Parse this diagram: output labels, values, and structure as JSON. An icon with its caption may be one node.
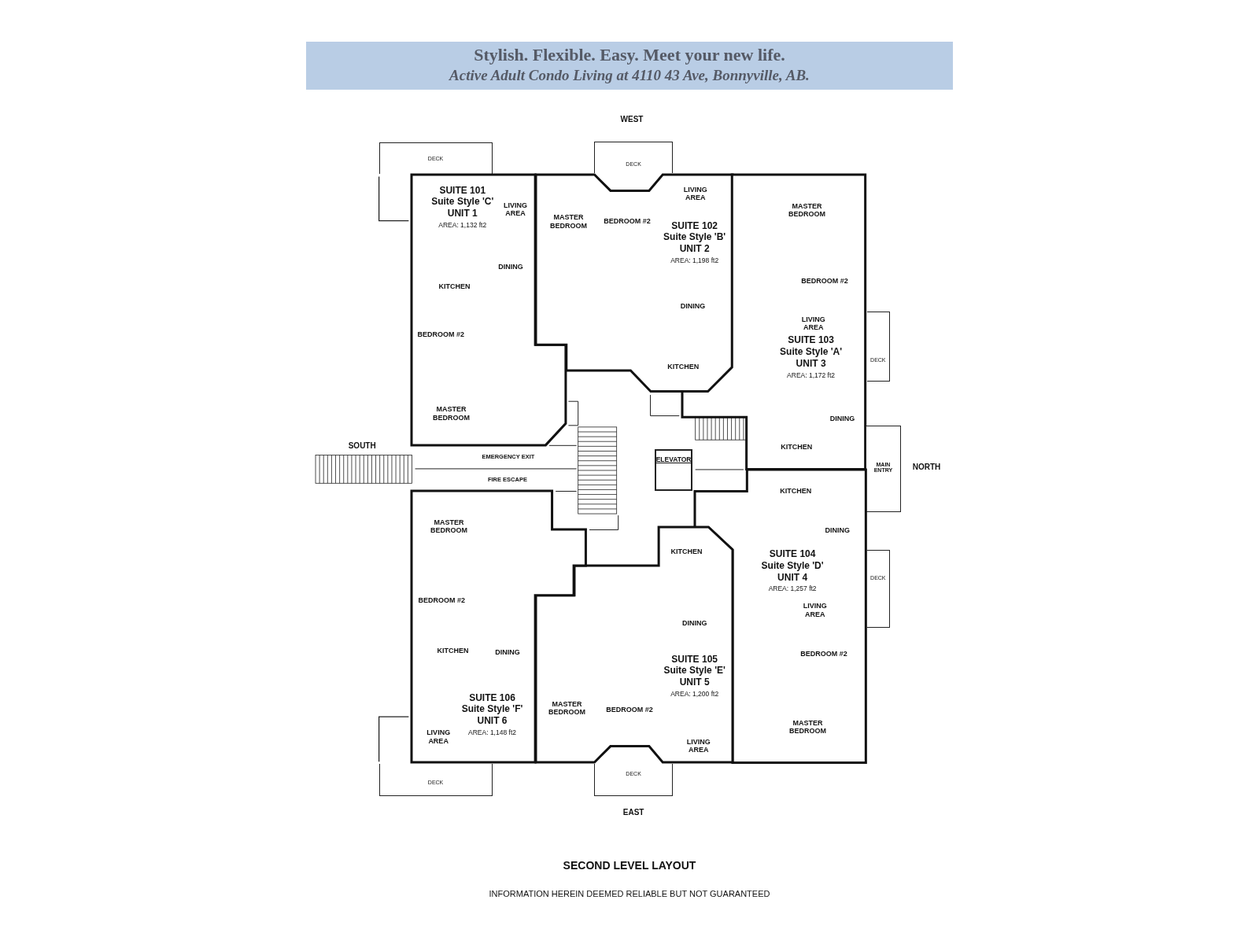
{
  "diagram": {
    "caption": "SECOND LEVEL LAYOUT",
    "nodes": [
      {
        "text": [
          "Stylish. Flexible. Easy. Meet your new life.",
          "Active Adult Condo Living at 4110 43 Ave, Bonnyville, AB."
        ]
      },
      {
        "text": [
          "DECK"
        ]
      },
      {
        "text": [
          "DECK"
        ]
      },
      {
        "text": [
          "DECK"
        ]
      },
      {
        "text": [
          "DECK"
        ]
      },
      {
        "text": [
          "DECK"
        ]
      },
      {
        "text": [
          "DECK"
        ]
      },
      {
        "text": [
          "SUITE 101",
          "Suite Style 'C'",
          "UNIT 1",
          "AREA: 1,132 ft2"
        ]
      },
      {
        "text": [
          "SUITE 102",
          "Suite Style 'B'",
          "UNIT 2",
          "AREA: 1,198 ft2"
        ]
      },
      {
        "text": [
          "SUITE 103",
          "Suite Style 'A'",
          "UNIT 3",
          "AREA: 1,172 ft2"
        ]
      },
      {
        "text": [
          "MAIN ENTRY"
        ]
      },
      {
        "text": [
          "ELEVATOR"
        ]
      },
      {
        "text": [
          "SUITE 104",
          "Suite Style 'D'",
          "UNIT 4",
          "AREA: 1,257 ft2"
        ]
      },
      {
        "text": [
          "SUITE 105",
          "Suite Style 'E'",
          "UNIT 5",
          "AREA: 1,200 ft2"
        ]
      },
      {
        "text": [
          "SUITE 106",
          "Suite Style 'F'",
          "UNIT 6",
          "AREA: 1,148 ft2"
        ]
      }
    ],
    "edges": [],
    "labels": [
      "WEST",
      "LIVING AREA",
      "DINING",
      "KITCHEN",
      "BEDROOM #2",
      "MASTER BEDROOM",
      "MASTER BEDROOM",
      "BEDROOM #2",
      "LIVING AREA",
      "DINING",
      "KITCHEN",
      "MASTER BEDROOM",
      "BEDROOM #2",
      "LIVING AREA",
      "DINING",
      "KITCHEN",
      "SOUTH",
      "EMERGENCY EXIT",
      "NORTH",
      "FIRE ESCAPE",
      "KITCHEN",
      "DINING",
      "MASTER BEDROOM",
      "KITCHEN",
      "BEDROOM #2",
      "LIVING AREA",
      "DINING",
      "KITCHEN",
      "DINING",
      "BEDROOM #2",
      "MASTER BEDROOM",
      "BEDROOM #2",
      "MASTER BEDROOM",
      "LIVING AREA",
      "LIVING AREA",
      "EAST",
      "INFORMATION HEREIN DEEMED RELIABLE BUT NOT GUARANTEED"
    ]
  }
}
